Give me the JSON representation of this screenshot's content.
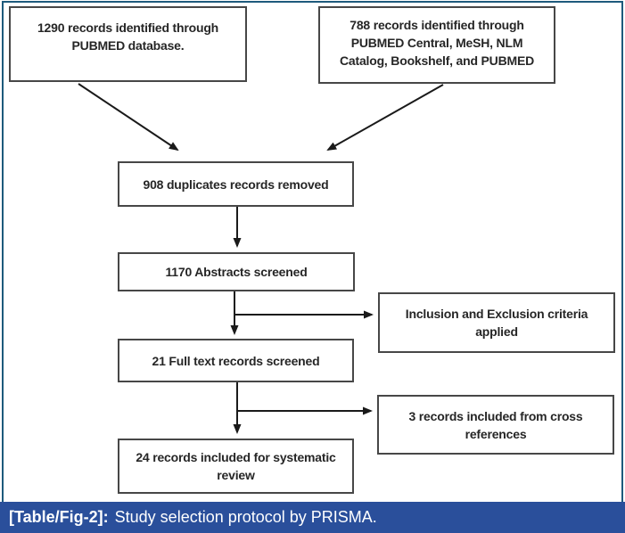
{
  "figure": {
    "type": "prisma-flow-diagram",
    "nodes": [
      {
        "id": "records-pubmed",
        "text": "1290 records identified through PUBMED database."
      },
      {
        "id": "records-other-sources",
        "text": "788 records identified through PUBMED Central, MeSH, NLM Catalog, Bookshelf, and PUBMED"
      },
      {
        "id": "duplicates-removed",
        "text": "908 duplicates records removed"
      },
      {
        "id": "abstracts-screened",
        "text": "1170 Abstracts screened"
      },
      {
        "id": "criteria-applied",
        "text": "Inclusion and Exclusion criteria applied"
      },
      {
        "id": "fulltext-screened",
        "text": "21 Full text records screened"
      },
      {
        "id": "cross-references",
        "text": "3 records included from cross references"
      },
      {
        "id": "included-review",
        "text": "24 records included for systematic review"
      }
    ],
    "caption": {
      "label": "[Table/Fig-2]:",
      "text": "Study selection protocol by PRISMA."
    },
    "colors": {
      "frame_border": "#1e5a7c",
      "caption_bar": "#2a4f9b",
      "box_border": "#474747",
      "box_text": "#262626",
      "arrow": "#1a1a1a",
      "caption_text": "#ffffff"
    }
  }
}
